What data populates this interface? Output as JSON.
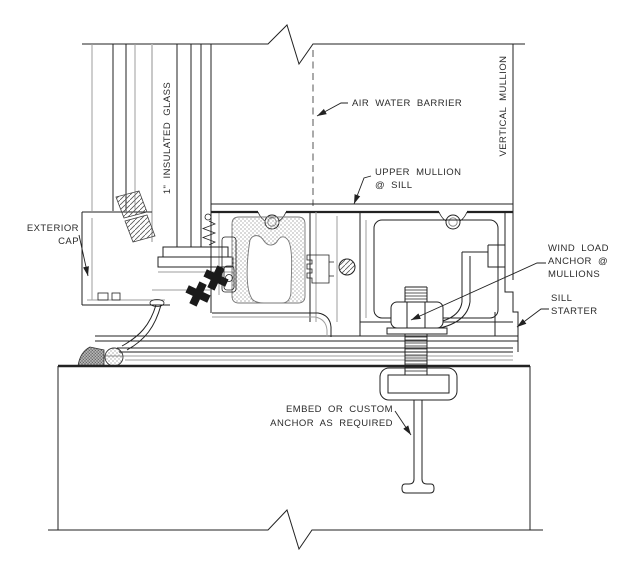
{
  "drawing": {
    "type": "architectural-section-detail",
    "subject": "curtain wall sill at vertical mullion",
    "background": "#ffffff",
    "line_color": "#222222",
    "labels": {
      "exterior_cap_1": "EXTERIOR",
      "exterior_cap_2": "CAP",
      "insulated_glass": "1\" INSULATED GLASS",
      "air_water_barrier": "AIR WATER BARRIER",
      "vertical_mullion": "VERTICAL MULLION",
      "upper_mullion_1": "UPPER MULLION",
      "upper_mullion_2": "@ SILL",
      "wind_load_1": "WIND LOAD",
      "wind_load_2": "ANCHOR @",
      "wind_load_3": "MULLIONS",
      "sill_starter_1": "SILL",
      "sill_starter_2": "STARTER",
      "embed_anchor_1": "EMBED OR CUSTOM",
      "embed_anchor_2": "ANCHOR AS REQUIRED"
    }
  }
}
